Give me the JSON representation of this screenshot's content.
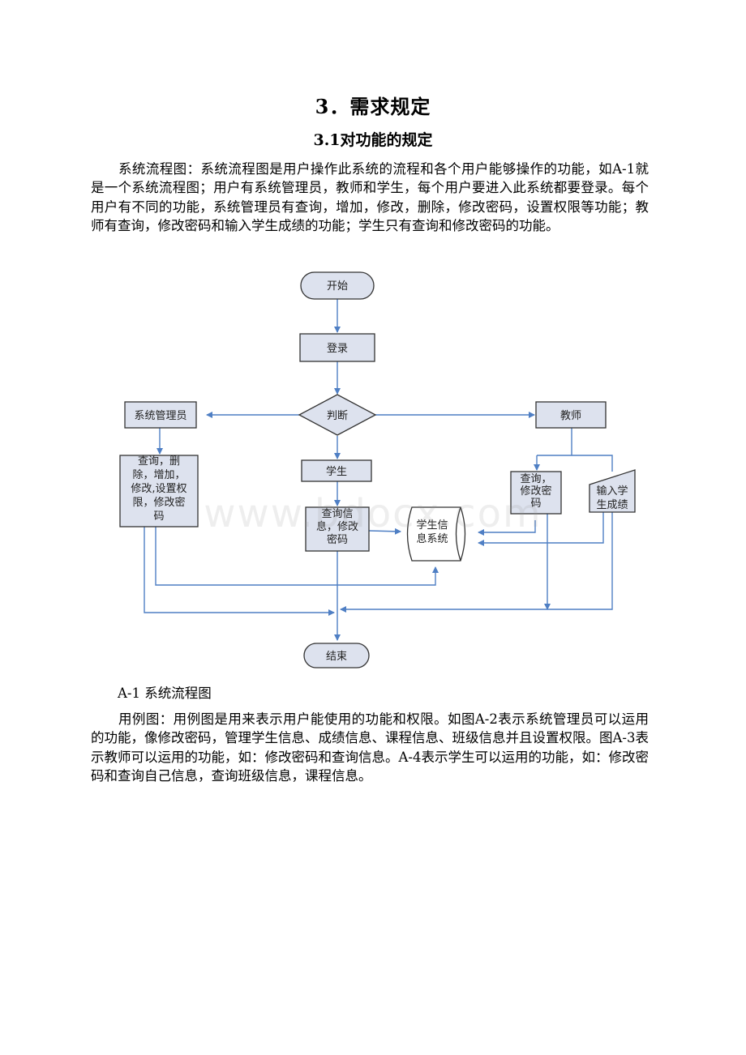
{
  "heading": "3．需求规定",
  "subheading": "3.1对功能的规定",
  "paragraph1": "系统流程图：系统流程图是用户操作此系统的流程和各个用户能够操作的功能，如A-1就是一个系统流程图；用户有系统管理员，教师和学生，每个用户要进入此系统都要登录。每个用户有不同的功能，系统管理员有查询，增加，修改，删除，修改密码，设置权限等功能；教师有查询，修改密码和输入学生成绩的功能；学生只有查询和修改密码的功能。",
  "figure_caption": "A-1 系统流程图",
  "paragraph2": "用例图：用例图是用来表示用户能使用的功能和权限。如图A-2表示系统管理员可以运用的功能，像修改密码，管理学生信息、成绩信息、课程信息、班级信息并且设置权限。图A-3表示教师可以运用的功能，如：修改密码和查询信息。A-4表示学生可以运用的功能，如：修改密码和查询自己信息，查询班级信息，课程信息。",
  "watermark": "www.bdocx.com",
  "flowchart": {
    "start": "开始",
    "login": "登录",
    "decision": "判断",
    "admin": "系统管理员",
    "teacher": "教师",
    "student": "学生",
    "admin_funcs": [
      "查询，删",
      "除，增加，",
      "修改,设置权",
      "限，修改密",
      "码"
    ],
    "student_funcs": [
      "查询信",
      "息，修改",
      "密码"
    ],
    "db": [
      "学生信",
      "息系统"
    ],
    "teacher_query": [
      "查询，",
      "修改密",
      "码"
    ],
    "teacher_input": [
      "输入学",
      "生成绩"
    ],
    "end": "结束"
  },
  "colors": {
    "node_fill": "#dde2ee",
    "node_stroke": "#333333",
    "arrow": "#4f7fc4"
  }
}
